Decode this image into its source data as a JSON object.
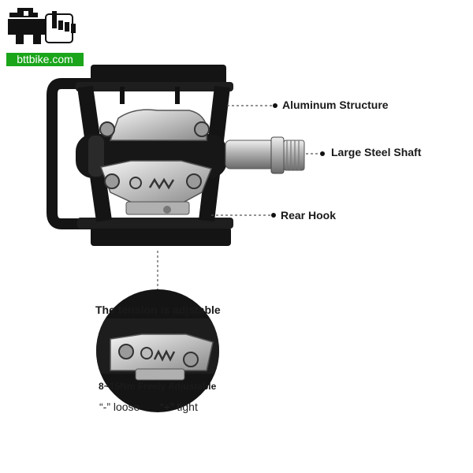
{
  "logo": {
    "site": "bttbike.com",
    "brand_color": "#1aa51a"
  },
  "callouts": {
    "aluminum": "Aluminum Structure",
    "shaft": "Large Steel Shaft",
    "rear_hook": "Rear Hook"
  },
  "tension": {
    "title": "The tension is adjstable",
    "range": "8~15Nm Freely Adjustable",
    "loose": "“-” loose",
    "tight": "“+” tight"
  },
  "colors": {
    "pedal_body": "#141414",
    "metal": "#c9c9c9",
    "leader_line": "#555555"
  }
}
